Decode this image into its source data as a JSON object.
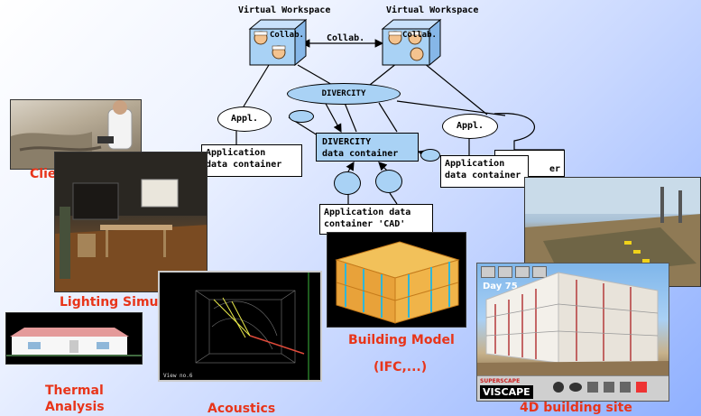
{
  "workspace_left": {
    "title": "Virtual Workspace",
    "collab_label": "Collab."
  },
  "workspace_right": {
    "title": "Virtual Workspace",
    "collab_label": "Collab."
  },
  "collab_link_label": "Collab.",
  "hub_label": "DIVERCITY",
  "appl_left": "Appl.",
  "appl_right": "Appl.",
  "app_container_left": [
    "Application",
    "data container"
  ],
  "divercity_container": [
    "DIVERCITY",
    "data container"
  ],
  "app_container_right": [
    "Application",
    "data container"
  ],
  "app_container_right_partial": "er",
  "cad_container": [
    "Application data",
    "container 'CAD'"
  ],
  "captions": {
    "client": "Client briefing",
    "lighting": "Lighting Simulations",
    "thermal": [
      "Thermal",
      "Analysis"
    ],
    "acoustics": "Acoustics",
    "building": "Building Model",
    "ifc": "(IFC,...)",
    "site": "4D building site"
  },
  "viscape": {
    "day_label": "Day 75",
    "brand_small": "SUPERSCAPE",
    "brand": "VISCAPE"
  },
  "acoustics_status": "View no.6"
}
